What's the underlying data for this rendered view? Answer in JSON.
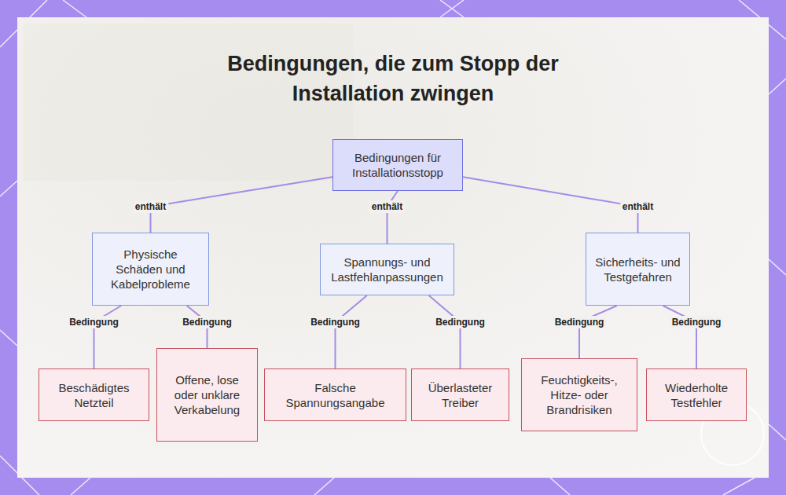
{
  "diagram": {
    "title": "Bedingungen, die zum Stopp der Installation zwingen",
    "nodes": [
      {
        "text": [
          "Bedingungen für Installationsstopp"
        ]
      },
      {
        "text": [
          "Physische Schäden und Kabelprobleme"
        ]
      },
      {
        "text": [
          "Spannungs- und Lastfehlanpassungen"
        ]
      },
      {
        "text": [
          "Sicherheits- und Testgefahren"
        ]
      },
      {
        "text": [
          "Beschädigtes Netzteil"
        ]
      },
      {
        "text": [
          "Offene, lose oder unklare Verkabelung"
        ]
      },
      {
        "text": [
          "Falsche Spannungsangabe"
        ]
      },
      {
        "text": [
          "Überlasteter Treiber"
        ]
      },
      {
        "text": [
          "Feuchtigkeits-, Hitze- oder Brandrisiken"
        ]
      },
      {
        "text": [
          "Wiederholte Testfehler"
        ]
      }
    ],
    "edges": [
      {
        "from": 0,
        "to": 1,
        "label": "enthält",
        "arrow": "none"
      },
      {
        "from": 0,
        "to": 2,
        "label": "enthält",
        "arrow": "none"
      },
      {
        "from": 0,
        "to": 3,
        "label": "enthält",
        "arrow": "none"
      },
      {
        "from": 1,
        "to": 4,
        "label": "Bedingung",
        "arrow": "none"
      },
      {
        "from": 1,
        "to": 5,
        "label": "Bedingung",
        "arrow": "none"
      },
      {
        "from": 2,
        "to": 6,
        "label": "Bedingung",
        "arrow": "none"
      },
      {
        "from": 2,
        "to": 7,
        "label": "Bedingung",
        "arrow": "none"
      },
      {
        "from": 3,
        "to": 8,
        "label": "Bedingung",
        "arrow": "none"
      },
      {
        "from": 3,
        "to": 9,
        "label": "Bedingung",
        "arrow": "none"
      }
    ]
  }
}
